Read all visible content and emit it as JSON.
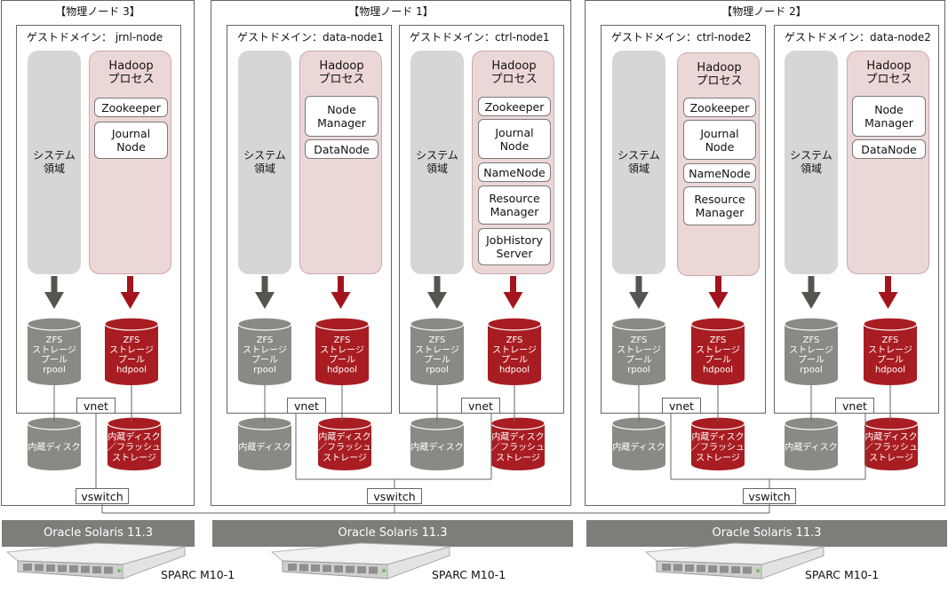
{
  "nodes": [
    {
      "title": "【物理ノード 3】",
      "domains": [
        {
          "title": "ゲストドメイン： jrnl-node",
          "system_label": [
            "システム",
            "領域"
          ],
          "hadoop_title": [
            "Hadoop",
            "プロセス"
          ],
          "processes": [
            [
              "Zookeeper"
            ],
            [
              "Journal",
              "Node"
            ]
          ],
          "pool_gray": [
            "ZFS",
            "ストレージ",
            "プール",
            "rpool"
          ],
          "pool_red": [
            "ZFS",
            "ストレージ",
            "プール",
            "hdpool"
          ]
        }
      ],
      "vnet_label": "vnet",
      "vswitch_label": "vswitch",
      "os_label": "Oracle Solaris 11.3",
      "server_label": "SPARC M10-1"
    },
    {
      "title": "【物理ノード 1】",
      "domains": [
        {
          "title": "ゲストドメイン：data-node1",
          "system_label": [
            "システム",
            "領域"
          ],
          "hadoop_title": [
            "Hadoop",
            "プロセス"
          ],
          "processes": [
            [
              "Node",
              "Manager"
            ],
            [
              "DataNode"
            ]
          ],
          "pool_gray": [
            "ZFS",
            "ストレージ",
            "プール",
            "rpool"
          ],
          "pool_red": [
            "ZFS",
            "ストレージ",
            "プール",
            "hdpool"
          ]
        },
        {
          "title": "ゲストドメイン：ctrl-node1",
          "system_label": [
            "システム",
            "領域"
          ],
          "hadoop_title": [
            "Hadoop",
            "プロセス"
          ],
          "processes": [
            [
              "Zookeeper"
            ],
            [
              "Journal",
              "Node"
            ],
            [
              "NameNode"
            ],
            [
              "Resource",
              "Manager"
            ],
            [
              "JobHistory",
              "Server"
            ]
          ],
          "pool_gray": [
            "ZFS",
            "ストレージ",
            "プール",
            "rpool"
          ],
          "pool_red": [
            "ZFS",
            "ストレージ",
            "プール",
            "hdpool"
          ]
        }
      ],
      "vnet_label": "vnet",
      "vswitch_label": "vswitch",
      "os_label": "Oracle Solaris 11.3",
      "server_label": "SPARC M10-1"
    },
    {
      "title": "【物理ノード 2】",
      "domains": [
        {
          "title": "ゲストドメイン：ctrl-node2",
          "system_label": [
            "システム",
            "領域"
          ],
          "hadoop_title": [
            "Hadoop",
            "プロセス"
          ],
          "processes": [
            [
              "Zookeeper"
            ],
            [
              "Journal",
              "Node"
            ],
            [
              "NameNode"
            ],
            [
              "Resource",
              "Manager"
            ]
          ],
          "pool_gray": [
            "ZFS",
            "ストレージ",
            "プール",
            "rpool"
          ],
          "pool_red": [
            "ZFS",
            "ストレージ",
            "プール",
            "hdpool"
          ]
        },
        {
          "title": "ゲストドメイン：data-node2",
          "system_label": [
            "システム",
            "領域"
          ],
          "hadoop_title": [
            "Hadoop",
            "プロセス"
          ],
          "processes": [
            [
              "Node",
              "Manager"
            ],
            [
              "DataNode"
            ]
          ],
          "pool_gray": [
            "ZFS",
            "ストレージ",
            "プール",
            "rpool"
          ],
          "pool_red": [
            "ZFS",
            "ストレージ",
            "プール",
            "hdpool"
          ]
        }
      ],
      "vnet_label": "vnet",
      "vswitch_label": "vswitch",
      "os_label": "Oracle Solaris 11.3",
      "server_label": "SPARC M10-1"
    }
  ],
  "disk_gray_label": [
    "内蔵ディスク"
  ],
  "disk_red_label": [
    "内蔵ディスク",
    "／フラッシュ",
    "ストレージ"
  ],
  "colors": {
    "system_gray": "#d6d6d4",
    "hadoop_pink": "#ecd7d7",
    "arrow_gray": "#555550",
    "arrow_red": "#a3141c",
    "cyl_gray": "#8a8a84",
    "cyl_red": "#a81d22",
    "os_bar": "#7d7d7a"
  }
}
